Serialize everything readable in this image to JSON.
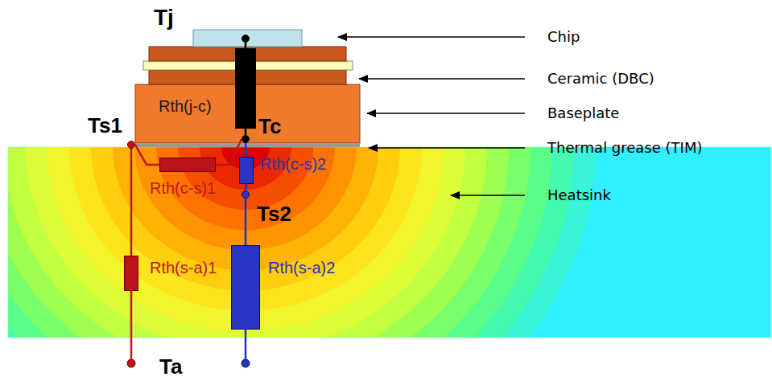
{
  "diagram": {
    "nodes": [
      {
        "text": [
          "Tj"
        ]
      },
      {
        "text": [
          "Rth(j-c)"
        ]
      },
      {
        "text": [
          "Ts1"
        ]
      },
      {
        "text": [
          "Tc"
        ]
      },
      {
        "text": [
          "Rth(c-s)1"
        ]
      },
      {
        "text": [
          "Rth(c-s)2"
        ]
      },
      {
        "text": [
          "Ts2"
        ]
      },
      {
        "text": [
          "Rth(s-a)1"
        ]
      },
      {
        "text": [
          "Rth(s-a)2"
        ]
      },
      {
        "text": [
          "Ta"
        ]
      }
    ],
    "edges": [
      {
        "from": 0,
        "to": 1,
        "arrow": "none"
      },
      {
        "from": 1,
        "to": 3,
        "arrow": "none"
      },
      {
        "from": 3,
        "to": 4,
        "arrow": "none"
      },
      {
        "from": 4,
        "to": 2,
        "arrow": "none"
      },
      {
        "from": 3,
        "to": 5,
        "arrow": "none"
      },
      {
        "from": 5,
        "to": 6,
        "arrow": "none"
      },
      {
        "from": 6,
        "to": 8,
        "arrow": "none"
      },
      {
        "from": 8,
        "to": 9,
        "arrow": "none"
      },
      {
        "from": 2,
        "to": 7,
        "arrow": "none"
      },
      {
        "from": 7,
        "to": 9,
        "arrow": "none"
      }
    ],
    "labels": [
      "Chip",
      "Ceramic (DBC)",
      "Baseplate",
      "Thermal grease (TIM)",
      "Heatsink"
    ]
  }
}
